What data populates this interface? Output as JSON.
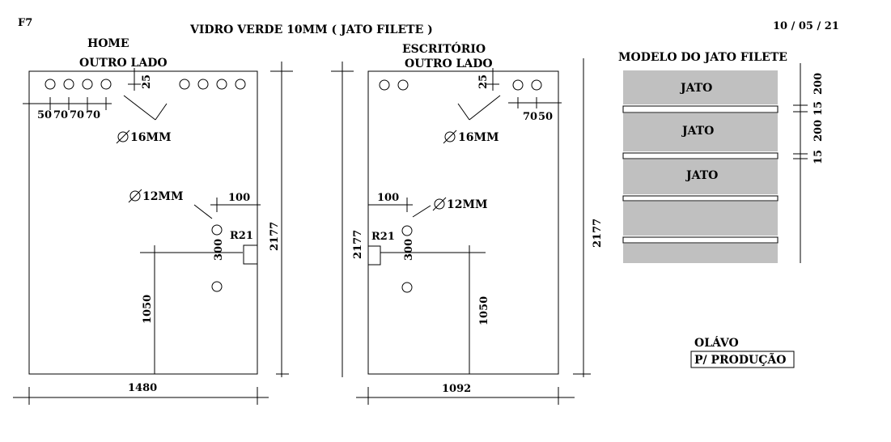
{
  "header": {
    "sheet_code": "F7",
    "title": "VIDRO VERDE 10MM ( JATO FILETE )",
    "date": "10 / 05 / 21"
  },
  "panel_home": {
    "name": "HOME",
    "side": "OUTRO LADO",
    "hole_spacing": [
      "50",
      "70",
      "70",
      "70"
    ],
    "top_offset": "25",
    "hole_large": "16MM",
    "hole_small": "12MM",
    "handle_offset": "100",
    "notch_radius": "R21",
    "hole_pitch": "300",
    "height_to_handle": "1050",
    "height": "2177",
    "width": "1480"
  },
  "panel_escritorio": {
    "name": "ESCRITÓRIO",
    "side": "OUTRO LADO",
    "hole_spacing": [
      "70",
      "50"
    ],
    "top_offset": "25",
    "hole_large": "16MM",
    "hole_small": "12MM",
    "handle_offset": "100",
    "notch_radius": "R21",
    "hole_pitch": "300",
    "height_to_handle": "1050",
    "height": "2177",
    "width": "1092"
  },
  "jet_model": {
    "title": "MODELO DO JATO FILETE",
    "band_label": "JATO",
    "band_height": "200",
    "gap_height": "15"
  },
  "signature": {
    "name": "OLÁVO",
    "note": "P/ PRODUÇÃO"
  },
  "colors": {
    "line": "#000000",
    "jet_band": "#c0c0c0",
    "background": "#ffffff"
  }
}
